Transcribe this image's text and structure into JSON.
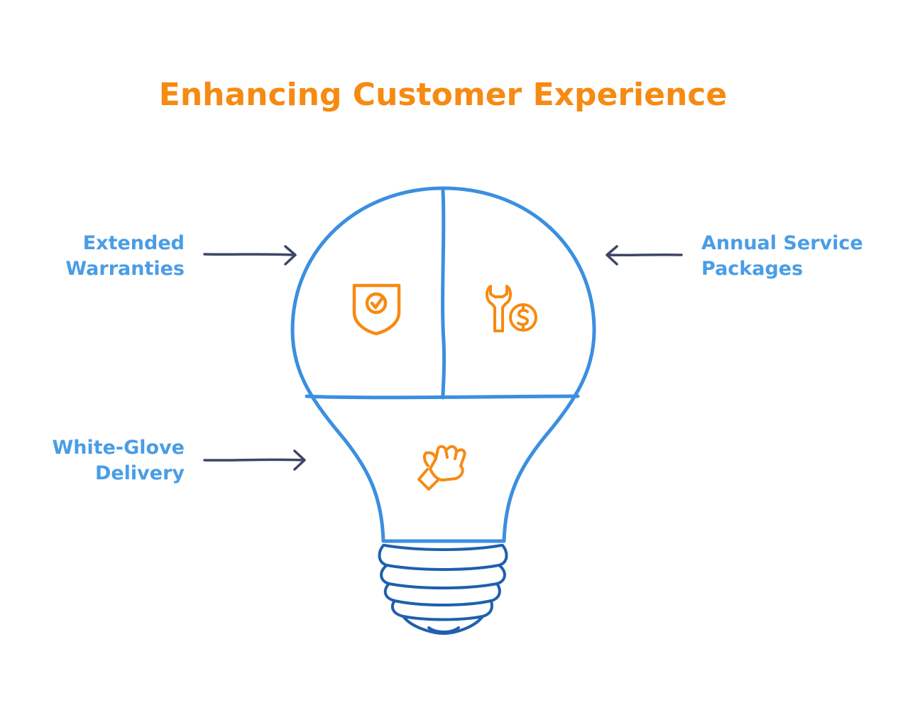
{
  "title": "Enhancing Customer Experience",
  "items": [
    {
      "line1": "Extended",
      "line2": "Warranties",
      "icon": "shield-check-icon"
    },
    {
      "line1": "Annual Service",
      "line2": "Packages",
      "icon": "wrench-dollar-icon"
    },
    {
      "line1": "White-Glove",
      "line2": "Delivery",
      "icon": "glove-icon"
    }
  ],
  "colors": {
    "title": "#f68a12",
    "label": "#4a9de6",
    "bulb_outline": "#3b8fe0",
    "bulb_base": "#1f5fae",
    "icon": "#f68a12",
    "arrow": "#3e4566"
  }
}
